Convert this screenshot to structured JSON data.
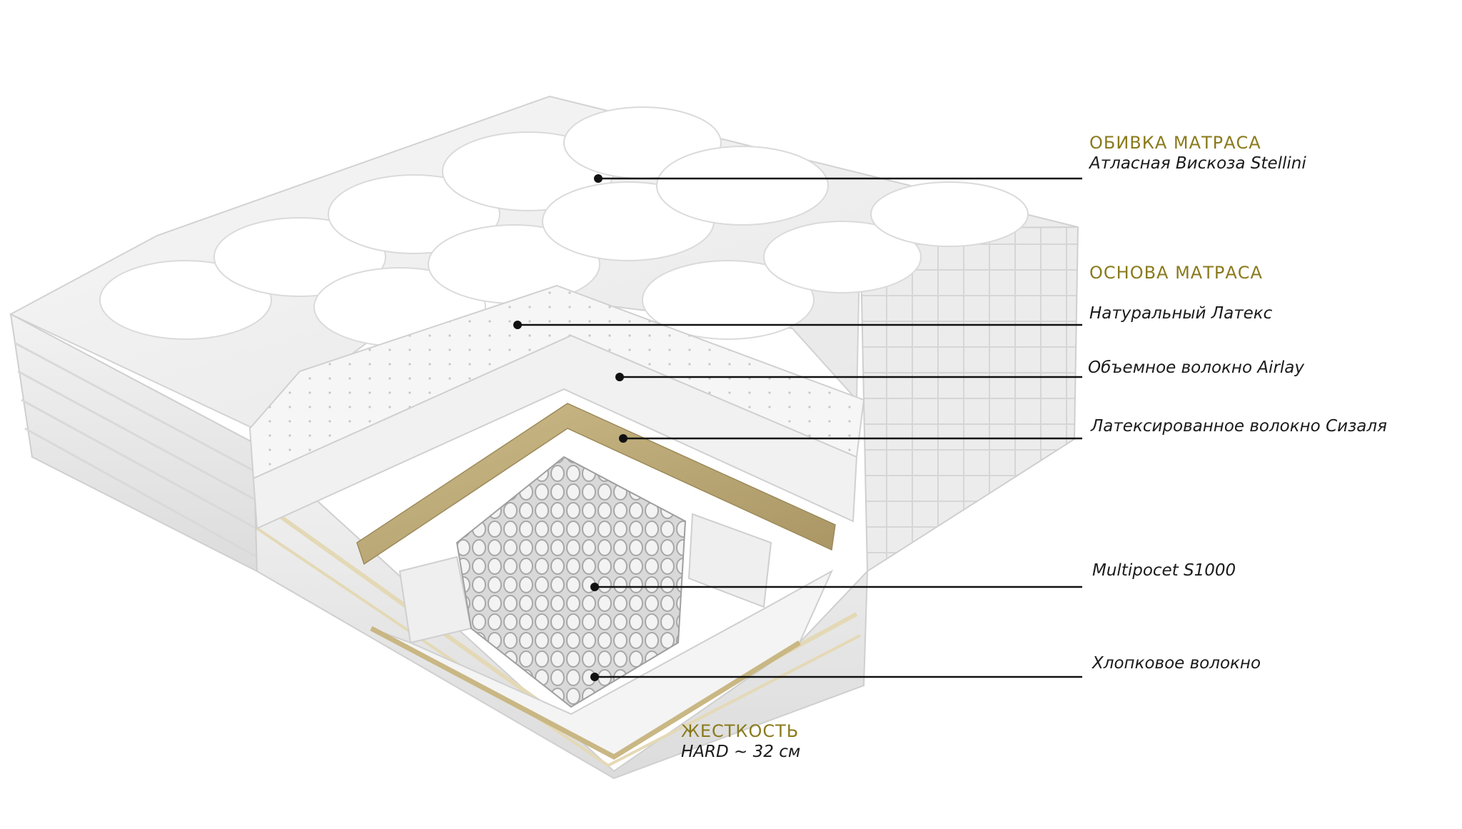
{
  "colors": {
    "accent": "#8a7a1d",
    "text": "#1a1a1a",
    "leader": "#111111"
  },
  "labels": {
    "cover_heading": "ОБИВКА МАТРАСА",
    "cover_material": "Атласная Вискоза Stellini",
    "base_heading": "ОСНОВА МАТРАСА",
    "latex": "Натуральный Латекс",
    "airlay": "Объемное волокно Airlay",
    "sisal": "Латексированное волокно Сизаля",
    "springs": "Multipocet S1000",
    "cotton": "Хлопковое волокно",
    "firmness_heading": "ЖЕСТКОСТЬ",
    "firmness_value": "HARD ~ 32 см"
  }
}
